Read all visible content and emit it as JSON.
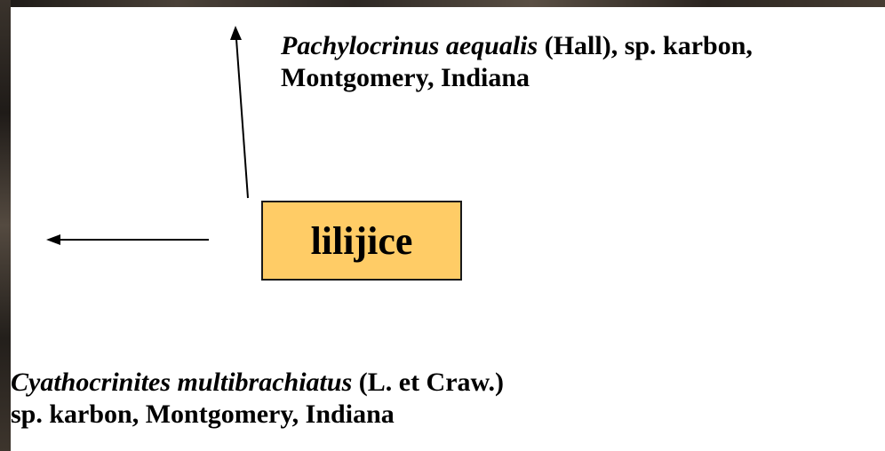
{
  "top_caption": {
    "species": "Pachylocrinus aequalis",
    "rest_line1": " (Hall), sp. karbon,",
    "line2": "Montgomery, Indiana"
  },
  "center_label": "lilijice",
  "bottom_caption": {
    "species": "Cyathocrinites multibrachiatus",
    "rest_line1": " (L. et Craw.)",
    "line2": "sp. karbon, Montgomery, Indiana"
  },
  "colors": {
    "label_fill": "#ffcc66",
    "panel_background": "#ffffff",
    "text": "#000000"
  }
}
